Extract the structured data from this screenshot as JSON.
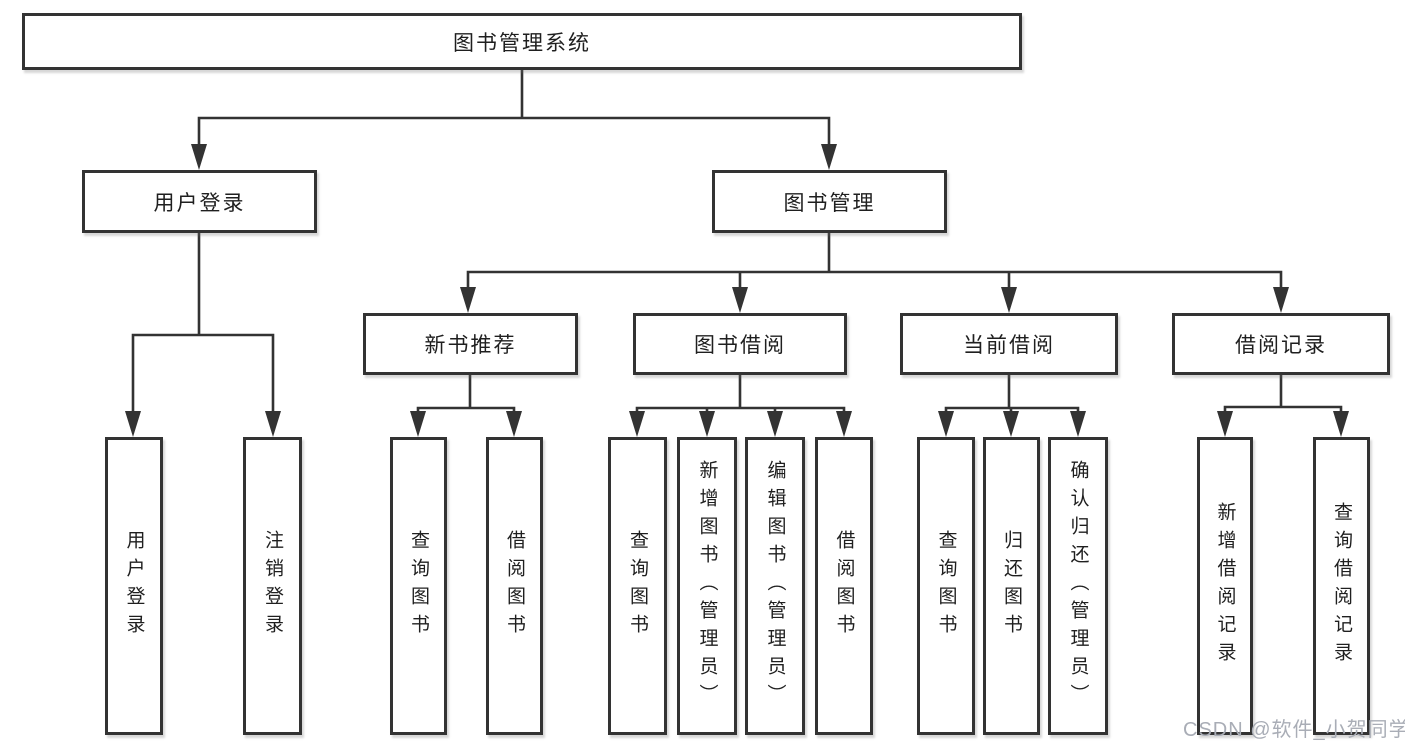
{
  "tree": {
    "root": {
      "label": "图书管理系统"
    },
    "branches": [
      {
        "label": "用户登录",
        "leaves": [
          "用户登录",
          "注销登录"
        ]
      },
      {
        "label": "图书管理",
        "children": [
          {
            "label": "新书推荐",
            "leaves": [
              "查询图书",
              "借阅图书"
            ]
          },
          {
            "label": "图书借阅",
            "leaves": [
              "查询图书",
              "新增图书（管理员）",
              "编辑图书（管理员）",
              "借阅图书"
            ]
          },
          {
            "label": "当前借阅",
            "leaves": [
              "查询图书",
              "归还图书",
              "确认归还（管理员）"
            ]
          },
          {
            "label": "借阅记录",
            "leaves": [
              "新增借阅记录",
              "查询借阅记录"
            ]
          }
        ]
      }
    ]
  },
  "watermark": {
    "text": "CSDN @软件_小贺同学",
    "color": "#a9adb6"
  },
  "colors": {
    "line": "#333333",
    "box_border": "#333333",
    "text": "#1f1f1f",
    "background": "#ffffff"
  }
}
